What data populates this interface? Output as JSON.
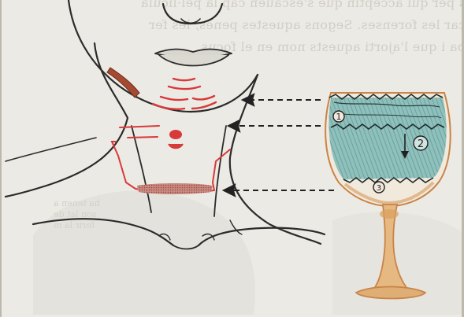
{
  "illustration": {
    "bleed_through_text": [
      "s per qui acceptin que s'escauen cap la pel·lícula",
      "car les forenses. Segons aquestes penes, les fer",
      "pa i que l'ajorti aquests nom en el focus"
    ],
    "bleed_small_text": [
      "ha tenen a",
      "son lat de",
      "ferir la m"
    ],
    "glass_labels": {
      "layer_1": "1",
      "layer_2": "2",
      "layer_3": "3"
    },
    "colors": {
      "paper": "#eceae4",
      "ink": "#2b2b2b",
      "red": "#d83a3a",
      "liquid": "#7fb3b0",
      "glass_orange": "#d9a060"
    }
  }
}
